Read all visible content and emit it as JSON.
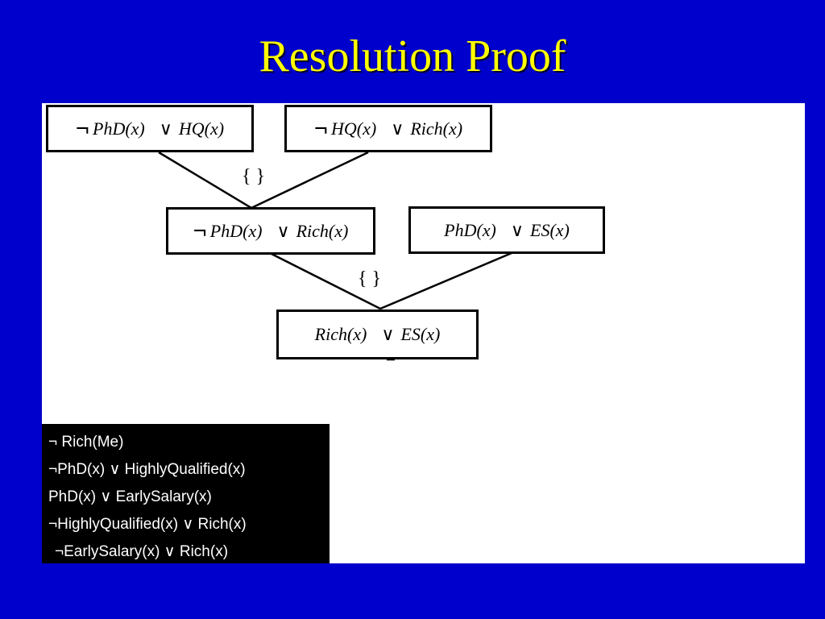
{
  "title": "Resolution Proof",
  "nodes": {
    "n1": {
      "neg": "¬",
      "left": "PhD(x)",
      "op": "∨",
      "right": "HQ(x)"
    },
    "n2": {
      "neg": "¬",
      "left": "HQ(x)",
      "op": "∨",
      "right": "Rich(x)"
    },
    "n3": {
      "neg": "¬",
      "left": "PhD(x)",
      "op": "∨",
      "right": "Rich(x)"
    },
    "n4": {
      "neg": "",
      "left": "PhD(x)",
      "op": "∨",
      "right": "ES(x)"
    },
    "n5": {
      "neg": "",
      "left": "Rich(x)",
      "op": "∨",
      "right": "ES(x)"
    }
  },
  "substitutions": {
    "s1": "{ }",
    "s2": "{ }"
  },
  "knowledge_base": [
    "¬ Rich(Me)",
    "¬PhD(x) ∨ HighlyQualified(x)",
    "PhD(x) ∨ EarlySalary(x)",
    "¬HighlyQualified(x) ∨ Rich(x)",
    "¬EarlySalary(x) ∨ Rich(x)"
  ]
}
